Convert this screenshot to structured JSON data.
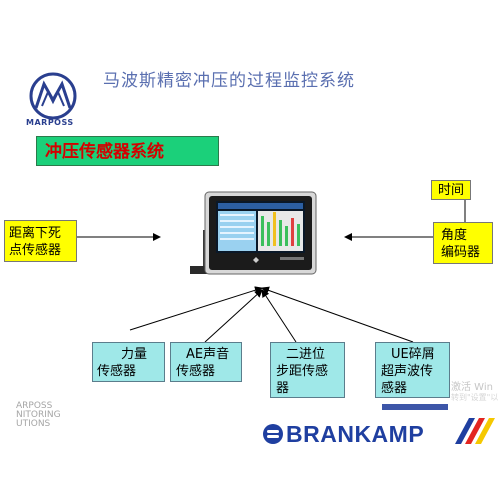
{
  "title": "马波斯精密冲压的过程监控系统",
  "logo": {
    "brand": "MARPOSS"
  },
  "banner": "冲压传感器系统",
  "boxes": {
    "distance": [
      "距离下死",
      "点传感器"
    ],
    "time": "时间",
    "angle": [
      "角度",
      "编码器"
    ],
    "force": [
      "力量",
      "传感器"
    ],
    "ae": [
      "AE声音",
      "传感器"
    ],
    "binary": [
      "二进位",
      "步距传感",
      "器"
    ],
    "ue": [
      "UE碎屑",
      "超声波传",
      "感器"
    ]
  },
  "watermark": {
    "line1": "激活 Win",
    "line2": "转到\"设置\"以"
  },
  "footer": {
    "faint_lines": [
      "ARPOSS",
      "NITORING",
      "UTIONS"
    ],
    "brankamp": "BRANKAMP"
  },
  "colors": {
    "title": "#5a6fb0",
    "banner_bg": "#1bd07a",
    "banner_text": "#d40000",
    "yellow": "#ffff00",
    "cyan": "#9fe8e8",
    "brand_blue": "#1f3fa0"
  }
}
